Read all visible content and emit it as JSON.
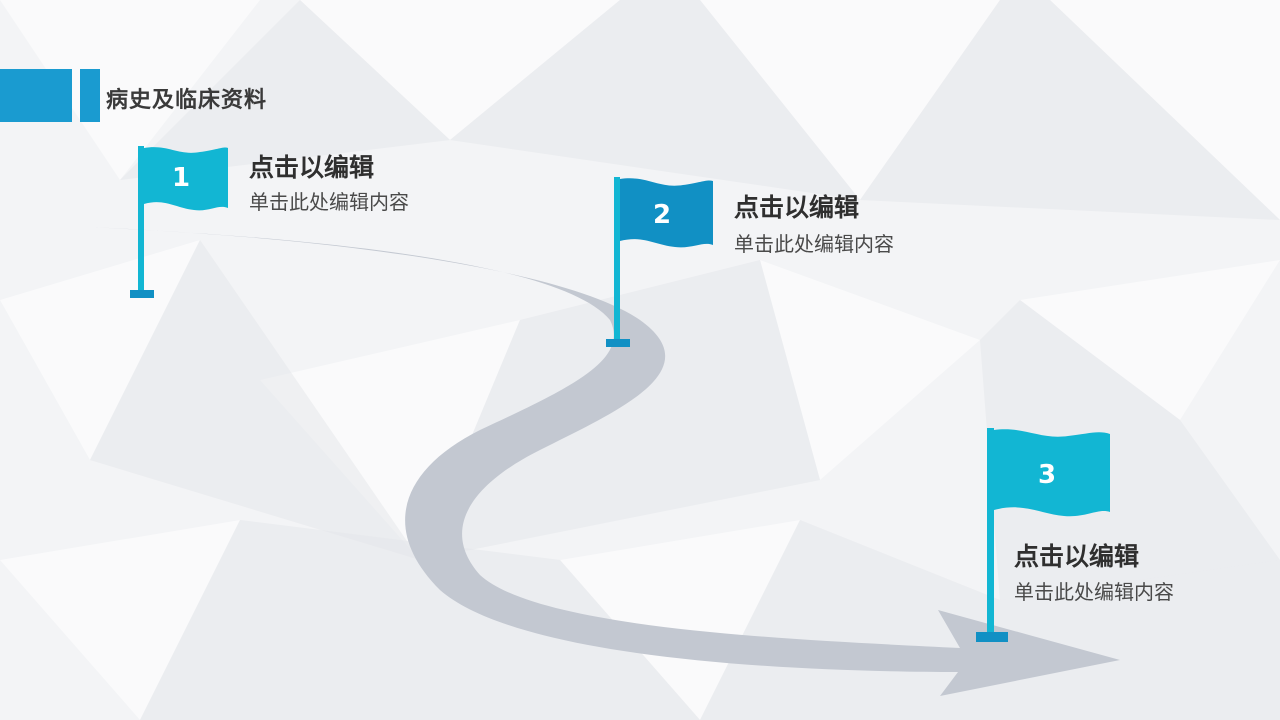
{
  "slide": {
    "title": "病史及临床资料",
    "accent_color": "#1a9bd0",
    "flag_colors": [
      "#12b6d3",
      "#1190c4",
      "#12b6d3"
    ],
    "road_color": "#c3c8d1"
  },
  "steps": [
    {
      "number": "1",
      "title": "点击以编辑",
      "description": "单击此处编辑内容"
    },
    {
      "number": "2",
      "title": "点击以编辑",
      "description": "单击此处编辑内容"
    },
    {
      "number": "3",
      "title": "点击以编辑",
      "description": "单击此处编辑内容"
    }
  ]
}
